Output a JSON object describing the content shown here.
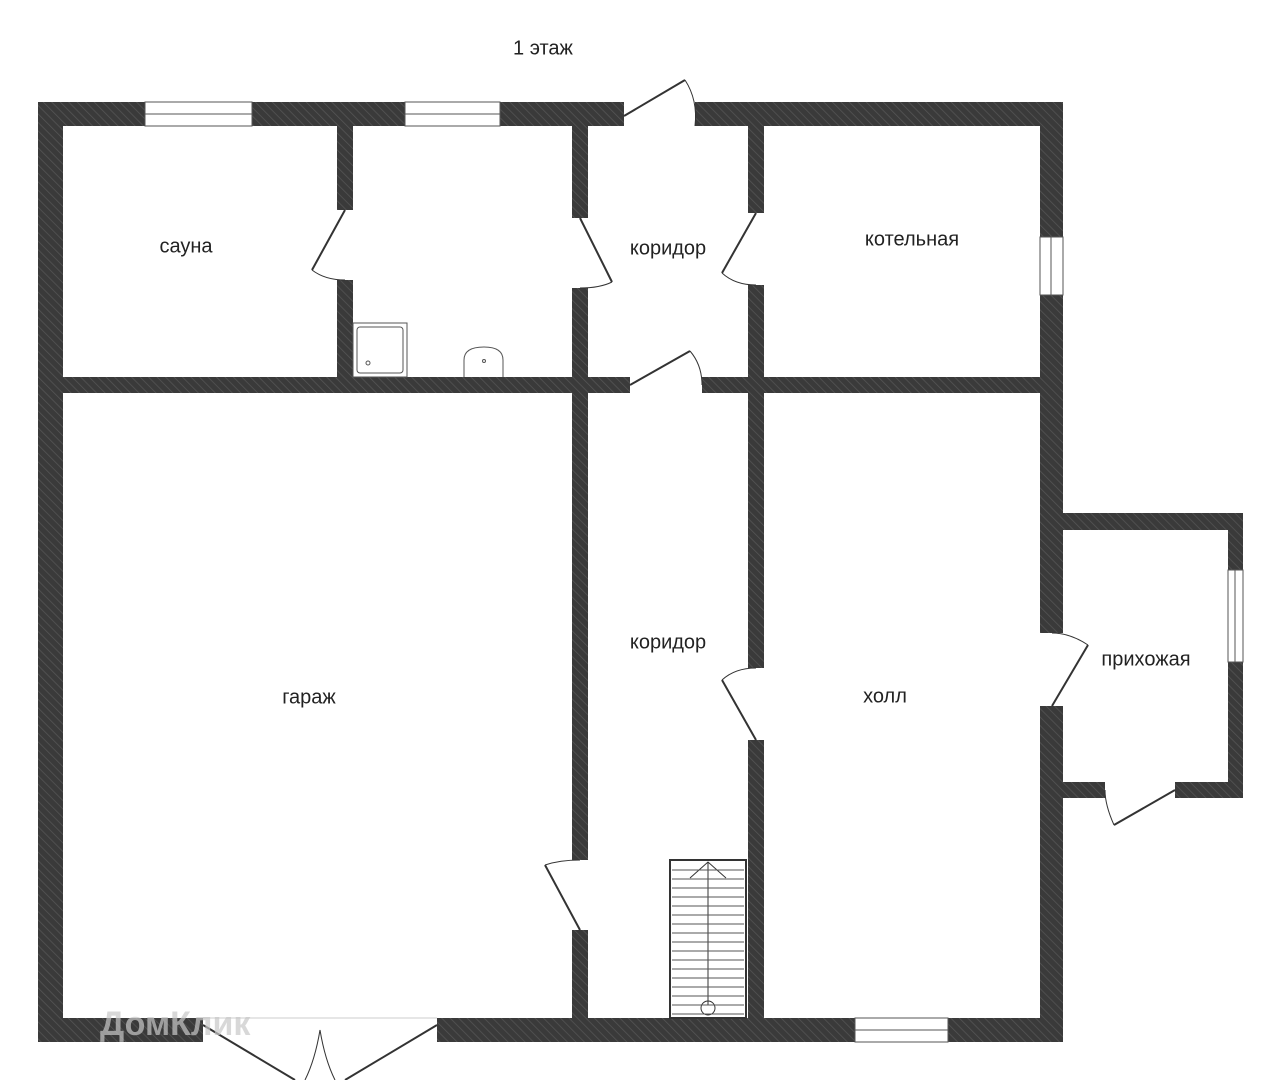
{
  "title": "1 этаж",
  "rooms": {
    "sauna": "сауна",
    "corridor_top": "коридор",
    "boiler": "котельная",
    "garage": "гараж",
    "corridor_main": "коридор",
    "hall": "холл",
    "entry": "прихожая"
  },
  "watermark": "ДомКлик",
  "colors": {
    "wall": "#3a3a3a",
    "line": "#333333"
  }
}
